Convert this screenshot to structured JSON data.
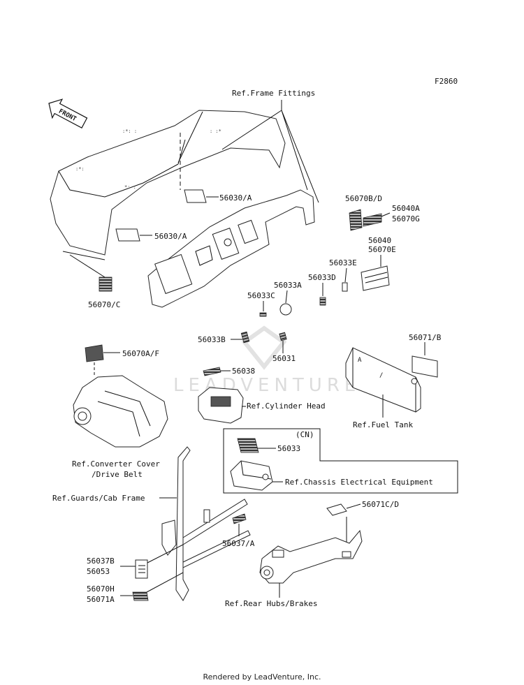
{
  "figure_code": "F2860",
  "direction_arrow": "FRONT",
  "watermark": "LEADVENTURE",
  "footer": "Rendered by LeadVenture, Inc.",
  "labels": {
    "frame_fittings": "Ref.Frame Fittings",
    "p56030a_top": "56030/A",
    "p56030a_mid": "56030/A",
    "p56070bd": "56070B/D",
    "p56040a": "56040A",
    "p56070g": "56070G",
    "p56040": "56040",
    "p56070e": "56070E",
    "p56033e": "56033E",
    "p56033d": "56033D",
    "p56033a": "56033A",
    "p56033c": "56033C",
    "p56070c": "56070/C",
    "p56033b": "56033B",
    "p56031": "56031",
    "p56070af": "56070A/F",
    "p56038": "56038",
    "cylinder_head": "Ref.Cylinder Head",
    "p56071b": "56071/B",
    "fuel_tank": "Ref.Fuel Tank",
    "cn": "(CN)",
    "p56033": "56033",
    "chassis_electrical": "Ref.Chassis Electrical Equipment",
    "converter_cover_1": "Ref.Converter Cover",
    "converter_cover_2": "/Drive Belt",
    "guards_cab": "Ref.Guards/Cab Frame",
    "p56071cd": "56071C/D",
    "p56037a": "56037/A",
    "p56037b": "56037B",
    "p56053": "56053",
    "p56070h": "56070H",
    "p56071a": "56071A",
    "rear_hubs": "Ref.Rear Hubs/Brakes"
  },
  "icons": [
    "front-arrow-icon",
    "cargo-bed-drawing",
    "dash-panel-drawing",
    "converter-drawing",
    "cylinder-head-drawing",
    "fuel-tank-drawing",
    "ecu-drawing",
    "cab-frame-drawing",
    "rear-hub-drawing"
  ]
}
